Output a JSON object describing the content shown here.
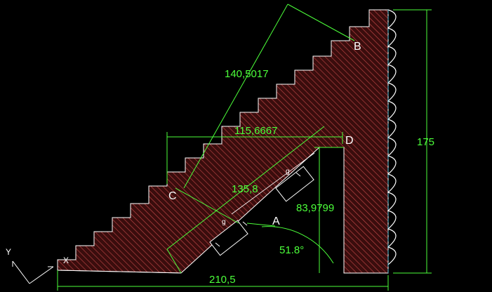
{
  "dimensions": {
    "d1": "140,5017",
    "d2": "115,6667",
    "d3": "135,8",
    "d4": "83,9799",
    "d5": "175",
    "d6": "210,5",
    "angle": "51.8°"
  },
  "points": {
    "a": "A",
    "b": "B",
    "c": "C",
    "d": "D"
  },
  "tag_small_1": "g",
  "tag_small_2": "g",
  "ucs": {
    "y": "Y",
    "x": "X"
  },
  "colors": {
    "background": "#000000",
    "outline": "#ffffff",
    "hatch": "#c94a4a",
    "fill": "#3a0d0d",
    "dimension": "#4cff3a",
    "centerline": "#58c8e0"
  }
}
